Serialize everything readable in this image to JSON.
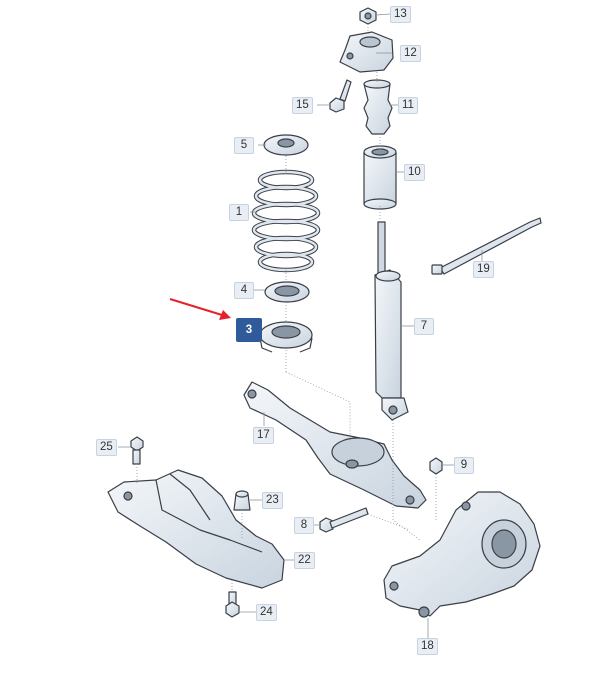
{
  "diagram": {
    "callouts": [
      {
        "id": "13",
        "label": "13"
      },
      {
        "id": "12",
        "label": "12"
      },
      {
        "id": "11",
        "label": "11"
      },
      {
        "id": "15",
        "label": "15"
      },
      {
        "id": "10",
        "label": "10"
      },
      {
        "id": "5",
        "label": "5"
      },
      {
        "id": "1",
        "label": "1"
      },
      {
        "id": "19",
        "label": "19"
      },
      {
        "id": "4",
        "label": "4"
      },
      {
        "id": "3",
        "label": "3"
      },
      {
        "id": "7",
        "label": "7"
      },
      {
        "id": "17",
        "label": "17"
      },
      {
        "id": "25",
        "label": "25"
      },
      {
        "id": "9",
        "label": "9"
      },
      {
        "id": "23",
        "label": "23"
      },
      {
        "id": "8",
        "label": "8"
      },
      {
        "id": "22",
        "label": "22"
      },
      {
        "id": "24",
        "label": "24"
      },
      {
        "id": "18",
        "label": "18"
      }
    ],
    "highlighted_part": "3",
    "colors": {
      "part_fill": "#e6edf4",
      "part_stroke": "#3a3f47",
      "callout_bg": "#e9eef5",
      "highlight_bg": "#2f5b9a",
      "arrow": "#e8202a"
    }
  }
}
